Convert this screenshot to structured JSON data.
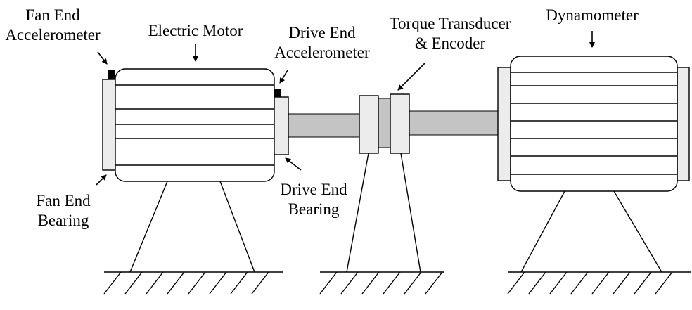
{
  "labels": {
    "fan_end_accelerometer": [
      "Fan End",
      "Accelerometer"
    ],
    "electric_motor": [
      "Electric Motor"
    ],
    "drive_end_accelerometer": [
      "Drive End",
      "Accelerometer"
    ],
    "torque_transducer_encoder": [
      "Torque Transducer",
      "& Encoder"
    ],
    "dynamometer": [
      "Dynamometer"
    ],
    "fan_end_bearing": [
      "Fan End",
      "Bearing"
    ],
    "drive_end_bearing": [
      "Drive End",
      "Bearing"
    ]
  },
  "colors": {
    "line": "#000000",
    "housing_fill": "#ffffff",
    "bearing_fill": "#ececec",
    "shaft_fill": "#c4c4c4",
    "sensor_fill": "#000000"
  }
}
